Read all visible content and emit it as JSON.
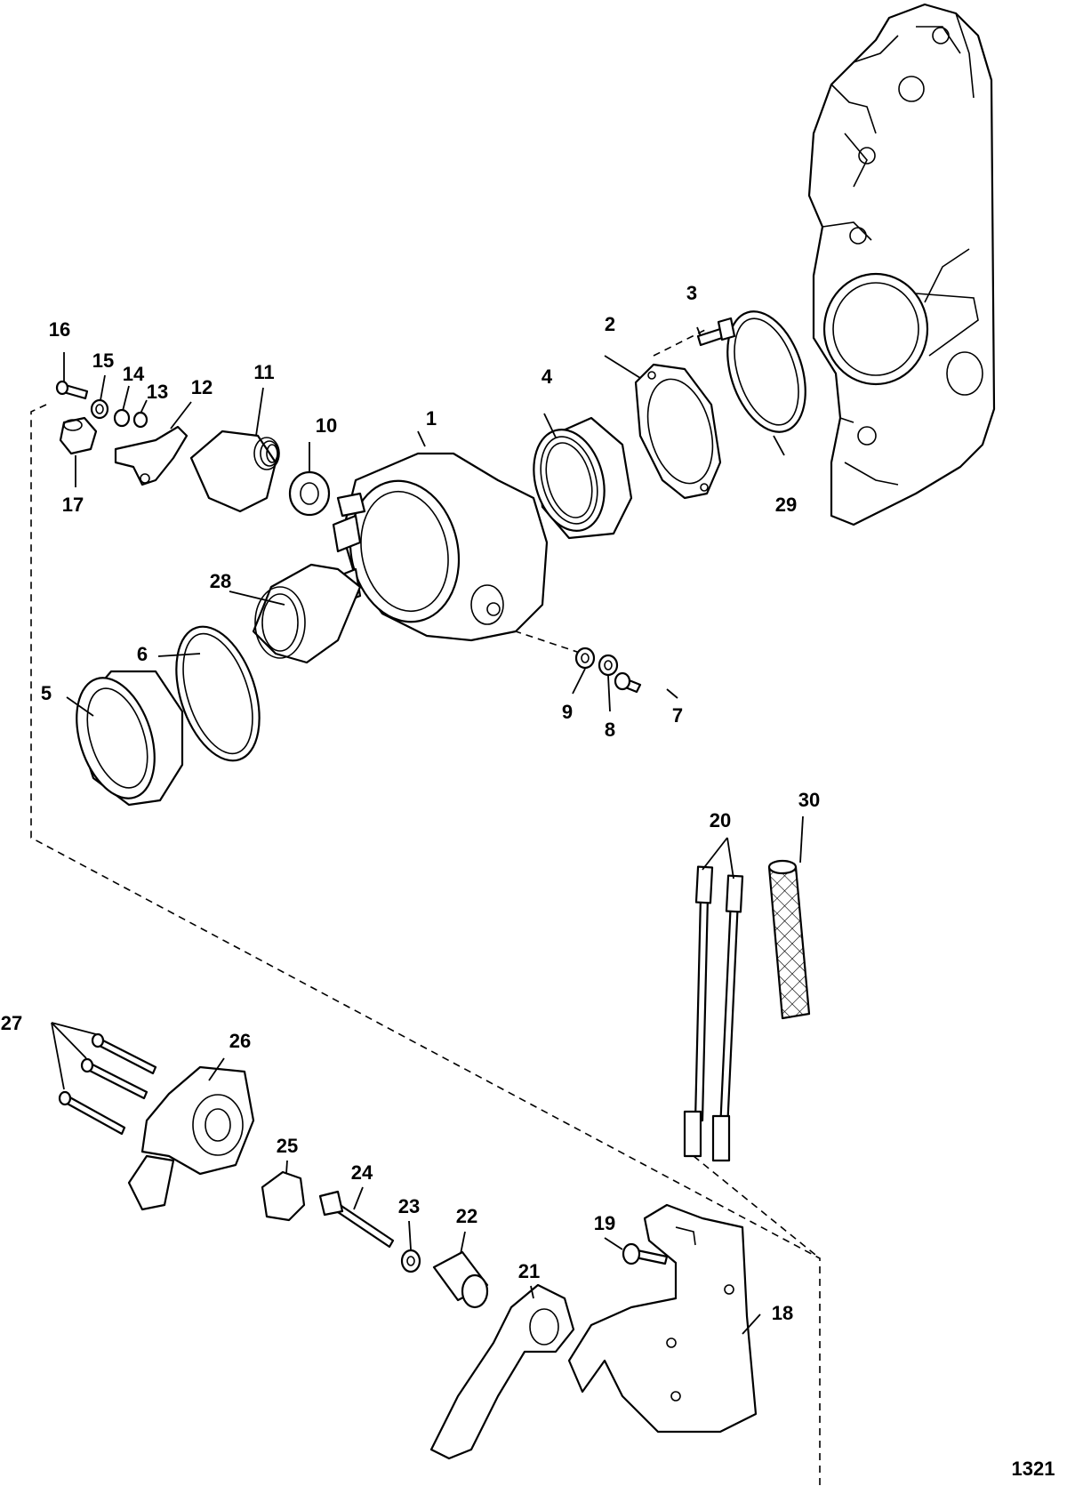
{
  "diagram_code": "1321",
  "part_labels": [
    "1",
    "2",
    "3",
    "4",
    "5",
    "6",
    "7",
    "8",
    "9",
    "10",
    "11",
    "12",
    "13",
    "14",
    "15",
    "16",
    "17",
    "18",
    "19",
    "20",
    "21",
    "22",
    "23",
    "24",
    "25",
    "26",
    "27",
    "28",
    "29",
    "30"
  ]
}
